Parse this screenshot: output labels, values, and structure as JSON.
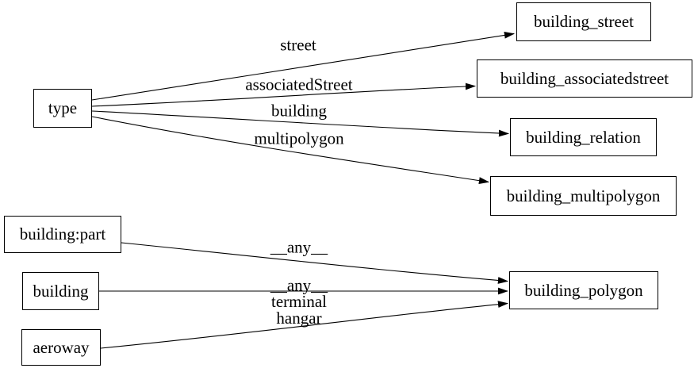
{
  "diagram": {
    "colors": {
      "background": "#ffffff",
      "edge": "#000000",
      "node_border": "#000000",
      "text": "#000000"
    },
    "nodes": {
      "type": {
        "label": "type"
      },
      "building_street": {
        "label": "building_street"
      },
      "building_associatedstreet": {
        "label": "building_associatedstreet"
      },
      "building_relation": {
        "label": "building_relation"
      },
      "building_multipolygon": {
        "label": "building_multipolygon"
      },
      "building_part": {
        "label": "building:part"
      },
      "building": {
        "label": "building"
      },
      "aeroway": {
        "label": "aeroway"
      },
      "building_polygon": {
        "label": "building_polygon"
      }
    },
    "edges": [
      {
        "from": "type",
        "to": "building_street",
        "labels": [
          "street"
        ]
      },
      {
        "from": "type",
        "to": "building_associatedstreet",
        "labels": [
          "associatedStreet"
        ]
      },
      {
        "from": "type",
        "to": "building_relation",
        "labels": [
          "building"
        ]
      },
      {
        "from": "type",
        "to": "building_multipolygon",
        "labels": [
          "multipolygon"
        ]
      },
      {
        "from": "building_part",
        "to": "building_polygon",
        "labels": [
          "__any__"
        ]
      },
      {
        "from": "building",
        "to": "building_polygon",
        "labels": [
          "__any__"
        ]
      },
      {
        "from": "aeroway",
        "to": "building_polygon",
        "labels": [
          "terminal",
          "hangar"
        ]
      }
    ]
  }
}
